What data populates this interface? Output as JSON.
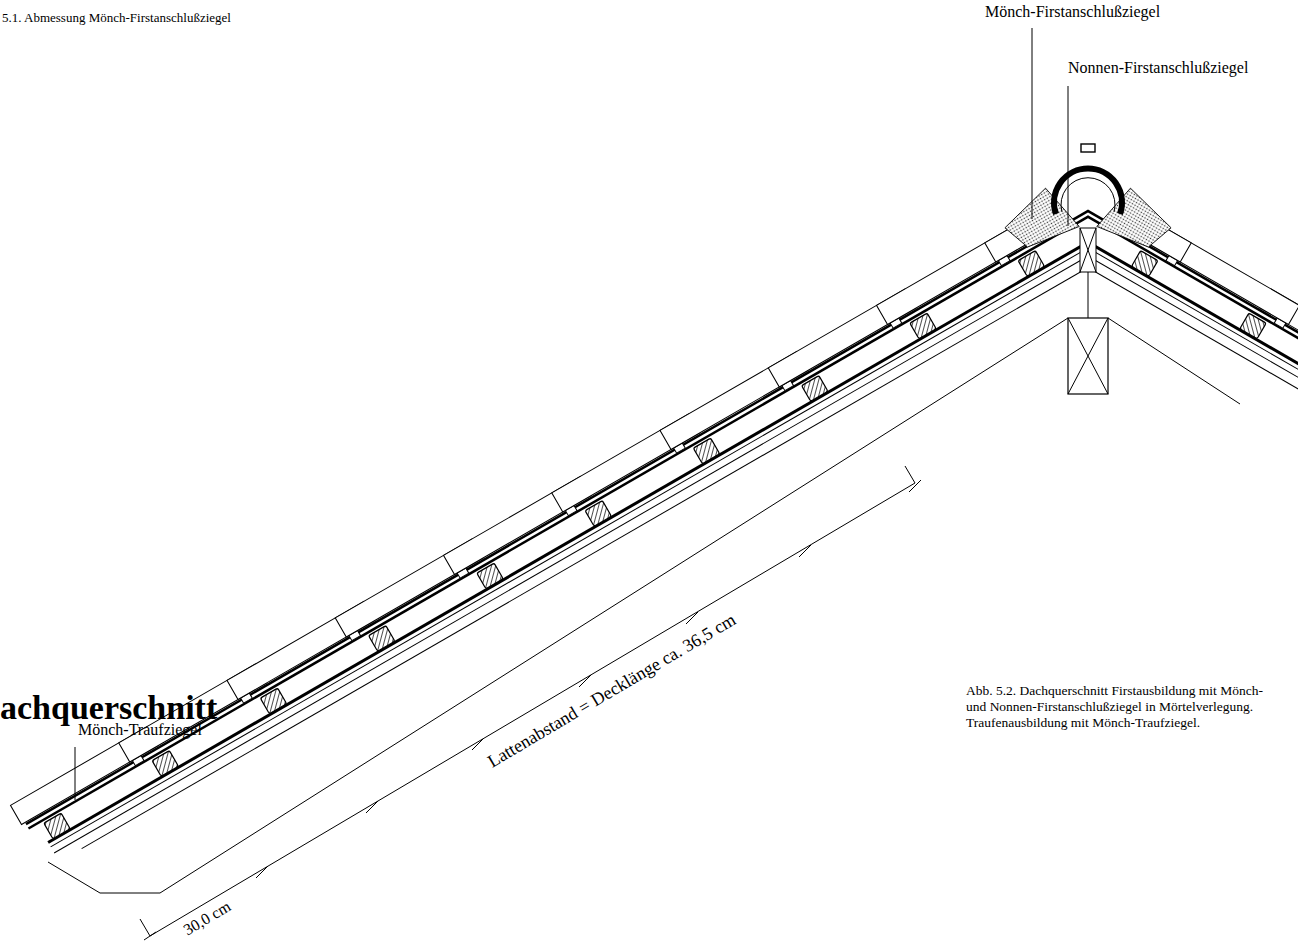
{
  "diagram": {
    "title": "achquerschnitt",
    "caption": "Abb. 5.2. Dachquerschnitt Firstausbildung mit Mönch- und Nonnen-Firstanschlußziegel in Mörtelverlegung. Traufenausbildung mit Mönch-Traufziegel.",
    "labels": [
      "5.1. Abmessung Mönch-Firstanschlußziegel",
      "Mönch-Firstanschlußziegel",
      "Nonnen-Firstanschlußziegel",
      "Mönch-Traufziegel",
      "Lattenabstand = Decklänge ca. 36,5 cm",
      "30,0 cm"
    ]
  }
}
